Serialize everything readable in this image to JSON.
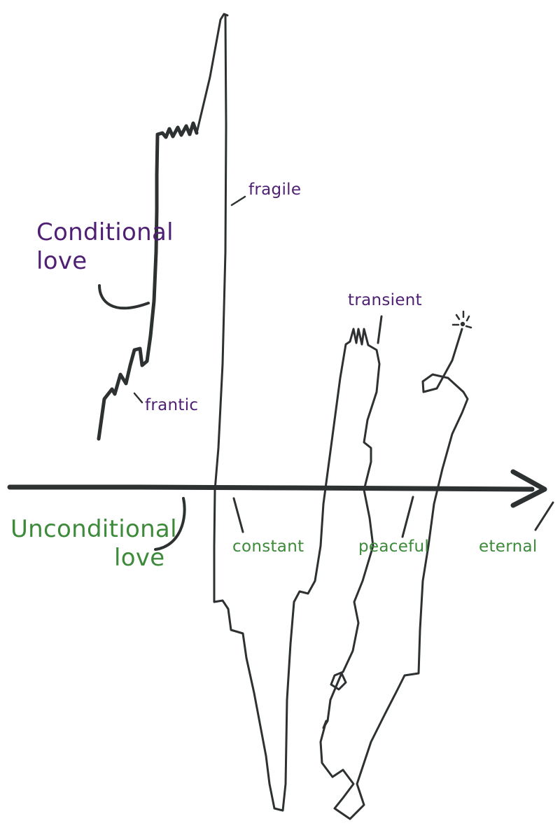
{
  "colors": {
    "ink": "#2d3132",
    "conditional": "#4f1f73",
    "unconditional": "#3d8a3a"
  },
  "conditional_love": {
    "title_line1": "Conditional",
    "title_line2": "love",
    "traits": [
      "fragile",
      "frantic",
      "transient"
    ]
  },
  "unconditional_love": {
    "title_line1": "Unconditional",
    "title_line2": "love",
    "traits": [
      "constant",
      "peaceful",
      "eternal"
    ]
  }
}
